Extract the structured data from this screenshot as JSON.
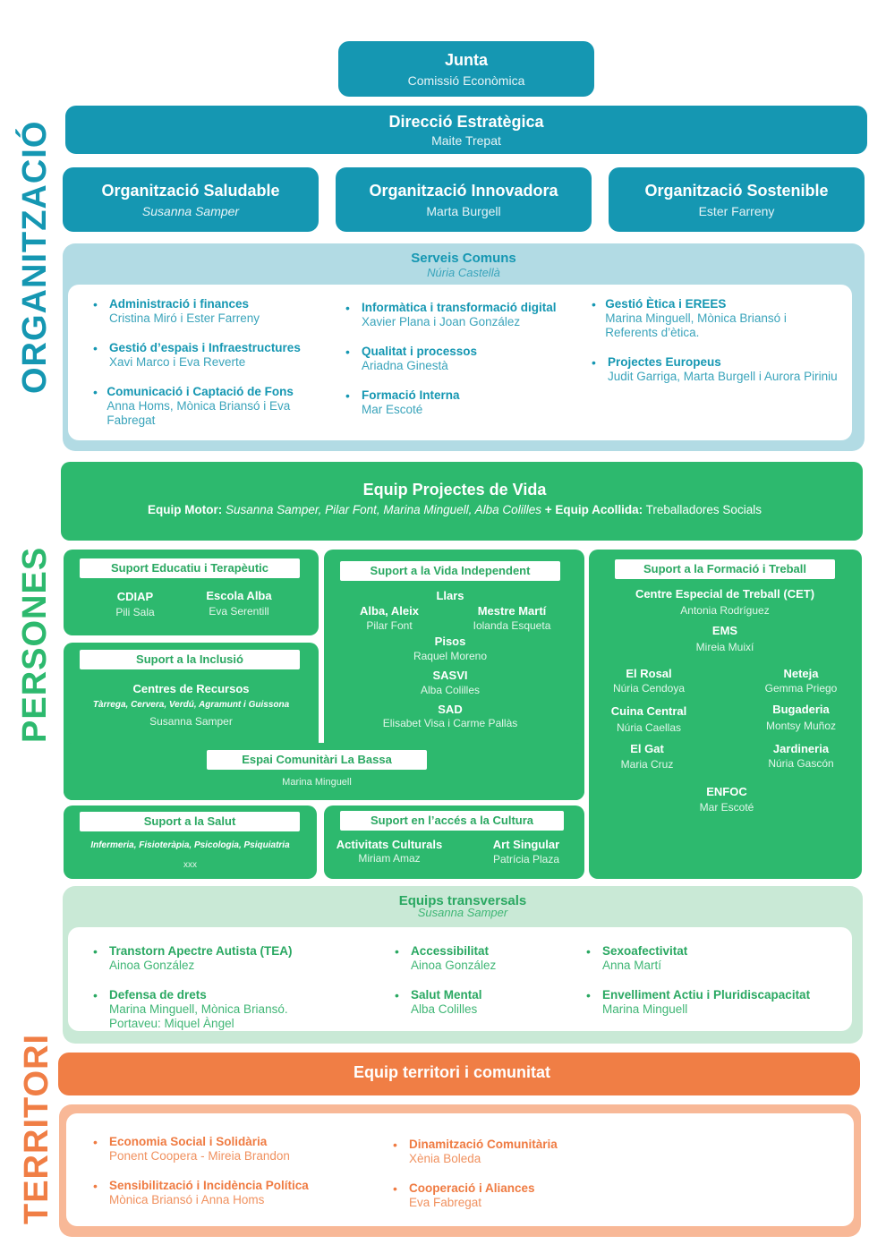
{
  "side_labels": {
    "organitzacio": "ORGANITZACIÓ",
    "persones": "PERSONES",
    "territori": "TERRITORI"
  },
  "colors": {
    "teal": "#1597b2",
    "green": "#2db96e",
    "orange": "#f07e45",
    "light_teal": "#b2dbe4",
    "light_green": "#c9e9d6",
    "light_orange": "#f8b897"
  },
  "junta": {
    "title": "Junta",
    "sub": "Comissió Econòmica"
  },
  "direccio": {
    "title": "Direcció Estratègica",
    "sub": "Maite Trepat"
  },
  "orgs": [
    {
      "title": "Organització Saludable",
      "sub": "Susanna Samper"
    },
    {
      "title": "Organització Innovadora",
      "sub": "Marta Burgell"
    },
    {
      "title": "Organització Sostenible",
      "sub": "Ester Farreny"
    }
  ],
  "serveis": {
    "title": "Serveis Comuns",
    "sub": "Núria Castellà",
    "items": [
      {
        "t": "Administració i finances",
        "s": "Cristina Miró i Ester Farreny"
      },
      {
        "t": "Gestió d’espais i Infraestructures",
        "s": "Xavi Marco i Eva Reverte"
      },
      {
        "t": "Comunicació i Captació de Fons",
        "s": "Anna Homs, Mònica Briansó i Eva Fabregat"
      },
      {
        "t": "Informàtica i transformació digital",
        "s": "Xavier Plana i Joan González"
      },
      {
        "t": "Qualitat i processos",
        "s": "Ariadna Ginestà"
      },
      {
        "t": "Formació Interna",
        "s": "Mar Escoté"
      },
      {
        "t": "Gestió Ètica i EREES",
        "s": "Marina Minguell, Mònica Briansó i Referents d’ètica."
      },
      {
        "t": "Projectes Europeus",
        "s": "Judit Garriga, Marta Burgell i Aurora Piriniu"
      }
    ]
  },
  "projectes_vida": {
    "title": "Equip Projectes de Vida",
    "motor_label": "Equip Motor:",
    "motor_names": "Susanna Samper, Pilar Font, Marina Minguell, Alba Colilles",
    "plus": "+",
    "acollida_label": "Equip Acollida:",
    "acollida_names": "Treballadores Socials"
  },
  "educatiu": {
    "label": "Suport Educatiu i Terapèutic",
    "cdiap": {
      "t": "CDIAP",
      "s": "Pili Sala"
    },
    "escola": {
      "t": "Escola Alba",
      "s": "Eva Serentill"
    }
  },
  "inclusio": {
    "label": "Suport a la Inclusió",
    "t": "Centres de Recursos",
    "places": "Tàrrega, Cervera, Verdú, Agramunt i Guissona",
    "s": "Susanna Samper"
  },
  "vida_independent": {
    "label": "Suport a la Vida Independent",
    "llars": "Llars",
    "alba": {
      "t": "Alba, Aleix",
      "s": "Pilar Font"
    },
    "mestre": {
      "t": "Mestre Martí",
      "s": "Iolanda Esqueta"
    },
    "pisos": {
      "t": "Pisos",
      "s": "Raquel Moreno"
    },
    "sasvi": {
      "t": "SASVI",
      "s": "Alba Colilles"
    },
    "sad": {
      "t": "SAD",
      "s": "Elisabet Visa i Carme Pallàs"
    }
  },
  "bassa": {
    "label": "Espai Comunitàri La Bassa",
    "s": "Marina Minguell"
  },
  "formacio_treball": {
    "label": "Suport a la Formació i Treball",
    "cet": {
      "t": "Centre Especial de Treball (CET)",
      "s": "Antonia Rodríguez"
    },
    "ems": {
      "t": "EMS",
      "s": "Mireia Muixí"
    },
    "rosal": {
      "t": "El Rosal",
      "s": "Núria Cendoya"
    },
    "neteja": {
      "t": "Neteja",
      "s": "Gemma Priego"
    },
    "cuina": {
      "t": "Cuina Central",
      "s": "Núria Caellas"
    },
    "bugaderia": {
      "t": "Bugaderia",
      "s": "Montsy Muñoz"
    },
    "gat": {
      "t": "El Gat",
      "s": "Maria Cruz"
    },
    "jardineria": {
      "t": "Jardineria",
      "s": "Núria Gascón"
    },
    "enfoc": {
      "t": "ENFOC",
      "s": "Mar Escoté"
    }
  },
  "salut": {
    "label": "Suport a la Salut",
    "places": "Infermeria, Fisioteràpia, Psicologia, Psiquiatria",
    "s": "xxx"
  },
  "cultura": {
    "label": "Suport en l’accés a la Cultura",
    "activitats": {
      "t": "Activitats Culturals",
      "s": "Miriam Amaz"
    },
    "art": {
      "t": "Art Singular",
      "s": "Patrícia Plaza"
    }
  },
  "transversals": {
    "title": "Equips transversals",
    "sub": "Susanna Samper",
    "items": [
      {
        "t": "Transtorn Apectre Autista (TEA)",
        "s": "Ainoa González"
      },
      {
        "t": "Defensa de drets",
        "s": "Marina Minguell, Mònica Briansó.",
        "s2": "Portaveu: Miquel Àngel"
      },
      {
        "t": "Accessibilitat",
        "s": "Ainoa González"
      },
      {
        "t": "Salut Mental",
        "s": "Alba Colilles"
      },
      {
        "t": "Sexoafectivitat",
        "s": "Anna Martí"
      },
      {
        "t": "Envelliment Actiu i Pluridiscapacitat",
        "s": "Marina Minguell"
      }
    ]
  },
  "territori": {
    "title": "Equip territori i comunitat",
    "items": [
      {
        "t": "Economia Social i Solidària",
        "s": "Ponent Coopera - Mireia Brandon"
      },
      {
        "t": "Sensibilització i Incidència Política",
        "s": "Mònica Briansó i Anna Homs"
      },
      {
        "t": "Dinamització Comunitària",
        "s": "Xènia Boleda"
      },
      {
        "t": "Cooperació i Aliances",
        "s": "Eva Fabregat"
      }
    ]
  },
  "bullet": "•"
}
